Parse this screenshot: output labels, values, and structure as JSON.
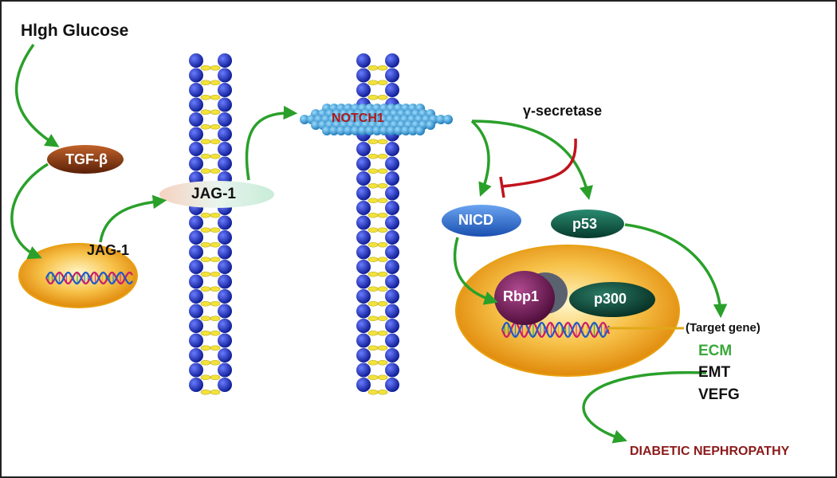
{
  "title": "Hlgh Glucose",
  "labels": {
    "tgf": "TGF-β",
    "jag_membrane": "JAG-1",
    "jag_nucleus": "JAG-1",
    "notch": "NOTCH1",
    "gamma": "γ-secretase",
    "nicd": "NICD",
    "p53": "p53",
    "rbp": "Rbp1",
    "p300": "p300",
    "target": "(Target gene)",
    "ecm": "ECM",
    "emt": "EMT",
    "vefg": "VEFG",
    "outcome": "DIABETIC NEPHROPATHY"
  },
  "colors": {
    "arrow": "#2aa02a",
    "inhibit": "#c0141c",
    "tgf": "#8b3a0f",
    "nicd": "#2f6fd8",
    "p53": "#0f5a48",
    "rbp": "#7a1a5a",
    "p300": "#0f4a3a",
    "membrane_head": "#1a2fc8",
    "membrane_tail": "#f2e23a",
    "nucleus_fill": "#f5a51a",
    "notch": "#2a9fd8",
    "ecm": "#3aa83a",
    "outcome": "#8b1a1a"
  }
}
